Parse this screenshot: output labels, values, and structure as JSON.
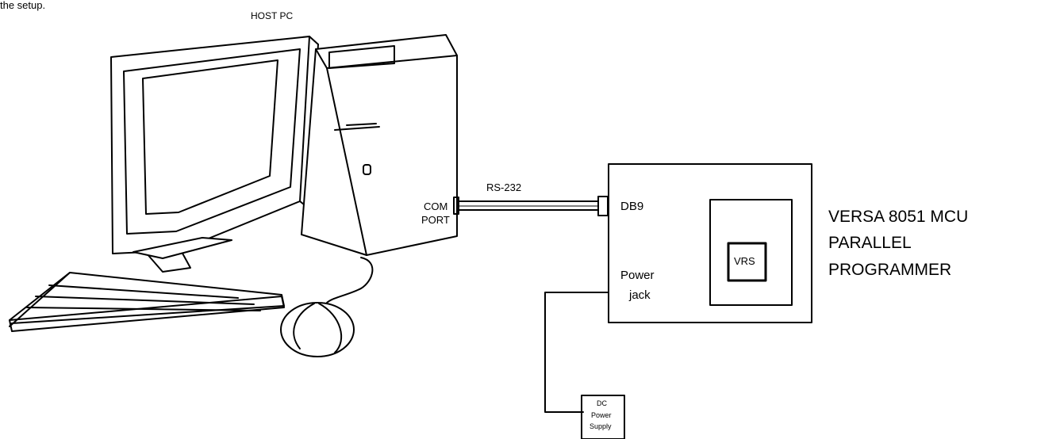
{
  "caption_fragment": "the setup.",
  "host_pc": {
    "title": "HOST PC",
    "com_port_line1": "COM",
    "com_port_line2": "PORT"
  },
  "cable": {
    "label": "RS-232"
  },
  "programmer": {
    "db9_label": "DB9",
    "power_jack_line1": "Power",
    "power_jack_line2": "jack",
    "chip_label": "VRS",
    "name_line1": "VERSA 8051 MCU",
    "name_line2": "PARALLEL",
    "name_line3": "PROGRAMMER"
  },
  "power_supply": {
    "line1": "DC",
    "line2": "Power",
    "line3": "Supply"
  },
  "colors": {
    "stroke": "#000000",
    "background": "#ffffff"
  }
}
